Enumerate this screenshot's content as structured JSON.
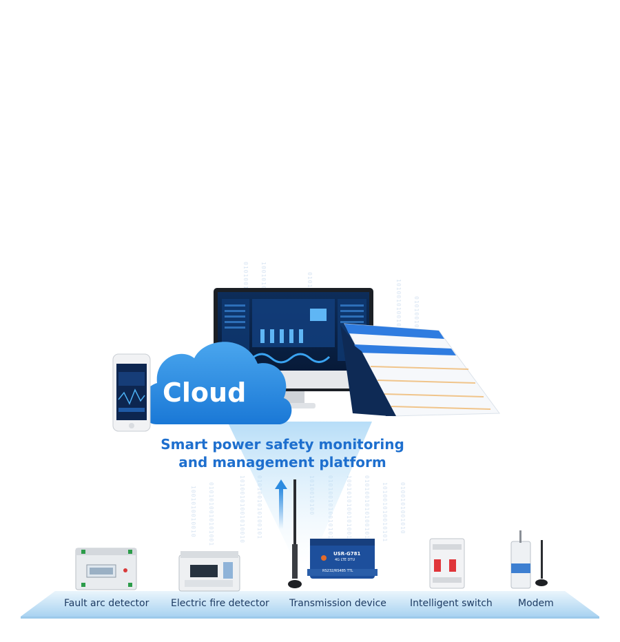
{
  "cloud": {
    "label": "Cloud"
  },
  "platform": {
    "line1": "Smart power safety monitoring",
    "line2": "and management platform"
  },
  "devices": [
    {
      "label": "Fault arc detector"
    },
    {
      "label": "Electric fire detector"
    },
    {
      "label": "Transmission device"
    },
    {
      "label": "Intelligent switch"
    },
    {
      "label": "Modem"
    }
  ],
  "router": {
    "model": "USR-G781",
    "subtitle": "4G LTE DTU",
    "ports": "RS232/RS485 TTL"
  },
  "colors": {
    "accent": "#1e6fce",
    "cloud": "#2c8be0",
    "platform_base": "#cfe6f7",
    "label": "#1d3b63"
  }
}
